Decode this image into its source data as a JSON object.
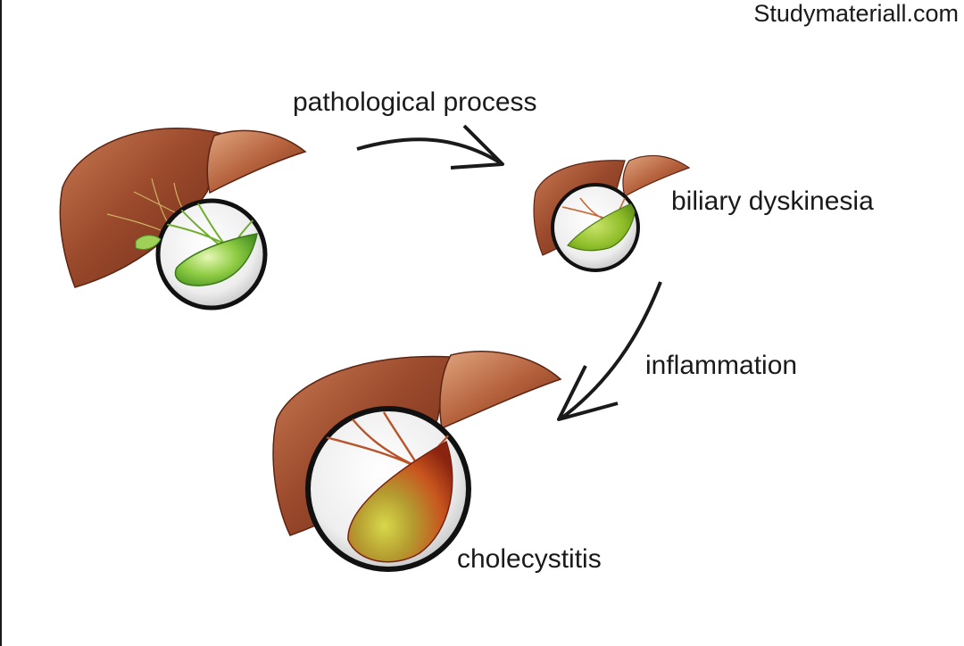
{
  "watermark": "Studymateriall.com",
  "labels": {
    "pathological_process": "pathological process",
    "biliary_dyskinesia": "biliary dyskinesia",
    "inflammation": "inflammation",
    "cholecystitis": "cholecystitis"
  },
  "colors": {
    "liver": "#8b3a22",
    "healthy_gallbladder": "#7cc242",
    "dyskinesia_gallbladder": "#8fbe2a",
    "inflamed_gallbladder": "#c8541e",
    "arrow": "#1a1a1a"
  },
  "stages": [
    {
      "id": "healthy",
      "gallbladder": "green-healthy"
    },
    {
      "id": "dyskinesia",
      "gallbladder": "green-deformed"
    },
    {
      "id": "cholecystitis",
      "gallbladder": "red-inflamed"
    }
  ]
}
